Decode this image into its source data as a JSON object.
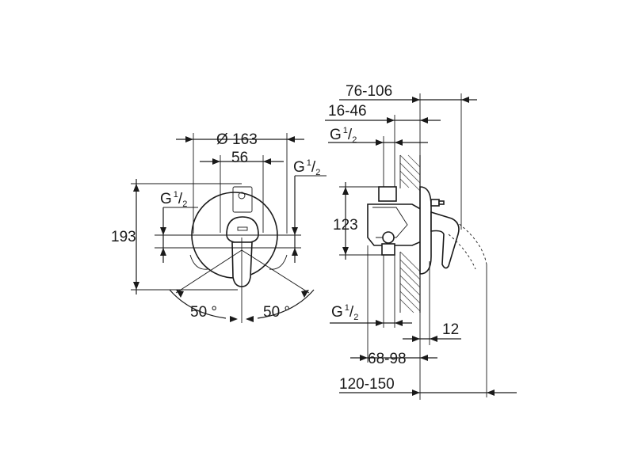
{
  "front_view": {
    "dim_diameter": "Ø 163",
    "dim_width": "56",
    "dim_height": "193",
    "thread_left": {
      "base": "G",
      "sup": "1",
      "sub": "2"
    },
    "thread_right": {
      "base": "G",
      "sup": "1",
      "sub": "2"
    },
    "angle_left": "50 °",
    "angle_right": "50 °"
  },
  "side_view": {
    "dim_depth_range": "76-106",
    "dim_offset_range": "16-46",
    "thread_top": {
      "base": "G",
      "sup": "1",
      "sub": "2"
    },
    "dim_height": "123",
    "thread_bottom": {
      "base": "G",
      "sup": "1",
      "sub": "2"
    },
    "dim_thickness": "12",
    "dim_install_range": "68-98",
    "dim_total_range": "120-150"
  }
}
